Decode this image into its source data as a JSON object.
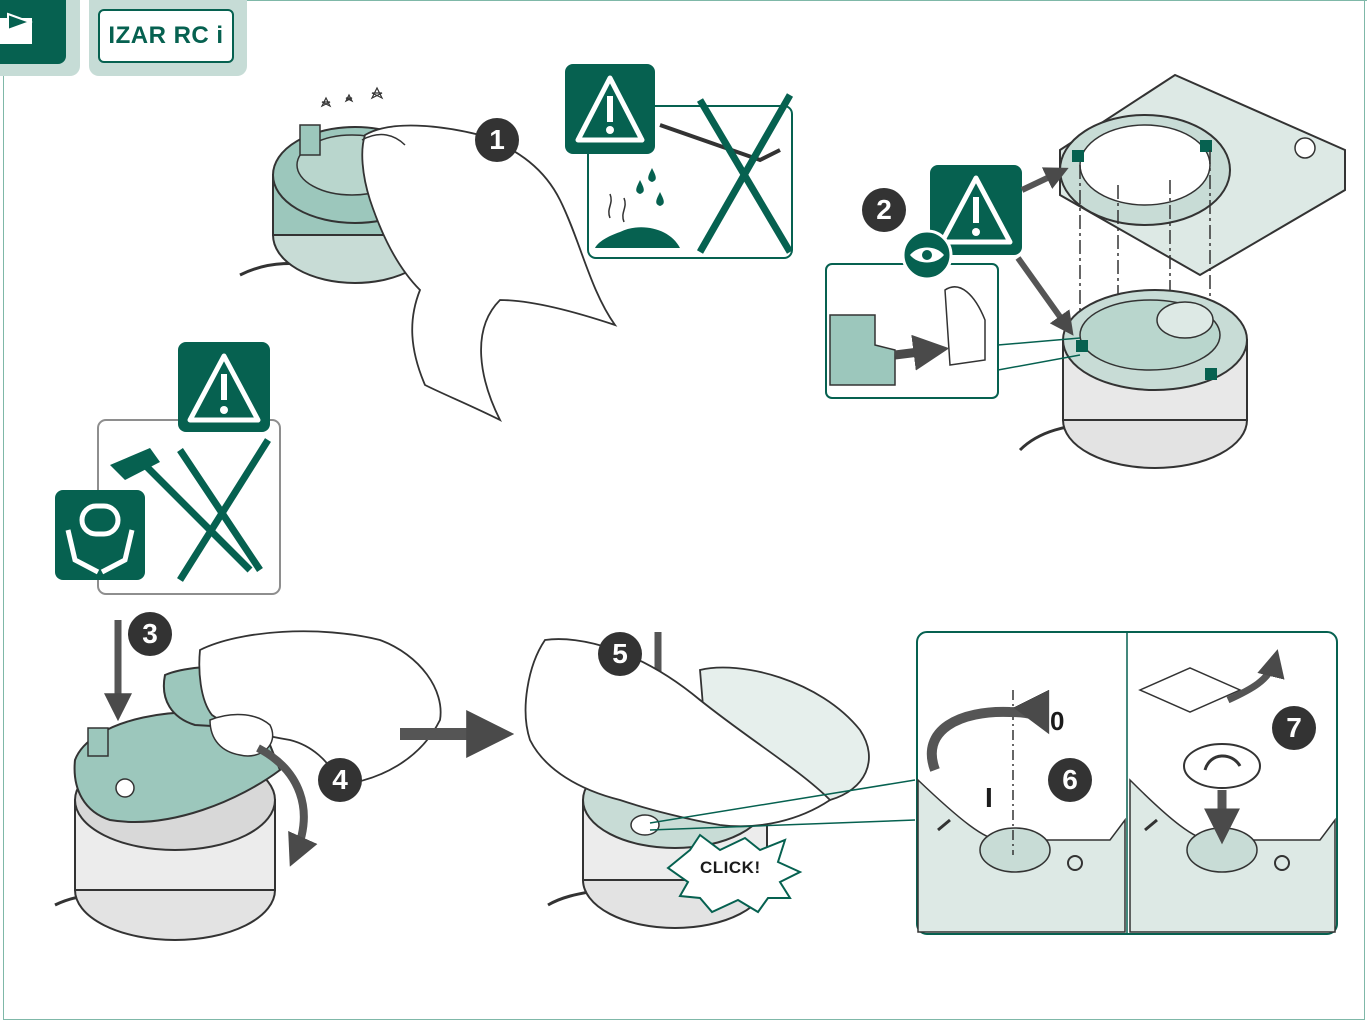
{
  "header": {
    "model_name": "IZAR RC i"
  },
  "steps": {
    "s1": "1",
    "s2": "2",
    "s3": "3",
    "s4": "4",
    "s5": "5",
    "s6": "6",
    "s7": "7"
  },
  "callouts": {
    "click": "CLICK!",
    "switch_off": "0",
    "switch_on": "I"
  },
  "colors": {
    "brand_green": "#066150",
    "light_teal": "#c6dcd6",
    "device_teal": "#9cc7bc",
    "badge_gray": "#333333"
  },
  "icons": [
    "warning-icon",
    "no-hammer-icon",
    "handle-with-care-icon",
    "eye-icon",
    "click-burst-icon"
  ]
}
